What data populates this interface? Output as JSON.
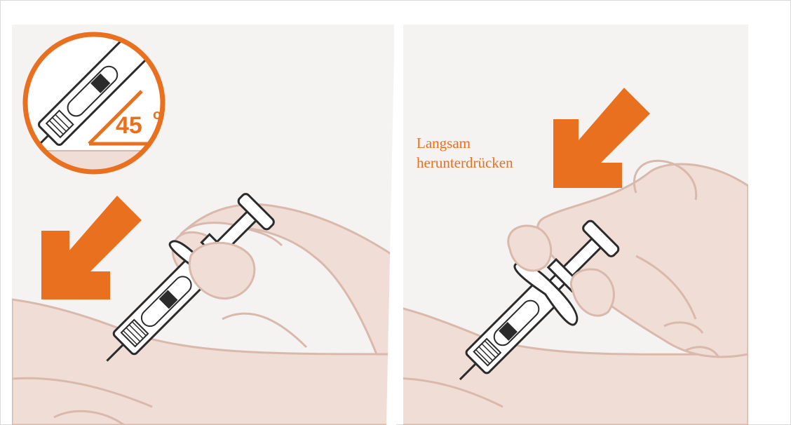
{
  "colors": {
    "accent": "#e8701f",
    "skin": "#f0ddd6",
    "skin_line": "#d9b9ab",
    "panel_bg": "#f4f3f2",
    "outline": "#2b2b2b"
  },
  "left_panel": {
    "angle_label": "45",
    "angle_unit": "o",
    "icons": [
      "angle-magnifier-icon",
      "down-left-arrow-icon",
      "syringe-icon",
      "hand-icon"
    ]
  },
  "right_panel": {
    "caption_line1": "Langsam",
    "caption_line2": "herunterdrücken",
    "icons": [
      "down-left-arrow-icon",
      "syringe-icon",
      "hand-icon"
    ]
  }
}
